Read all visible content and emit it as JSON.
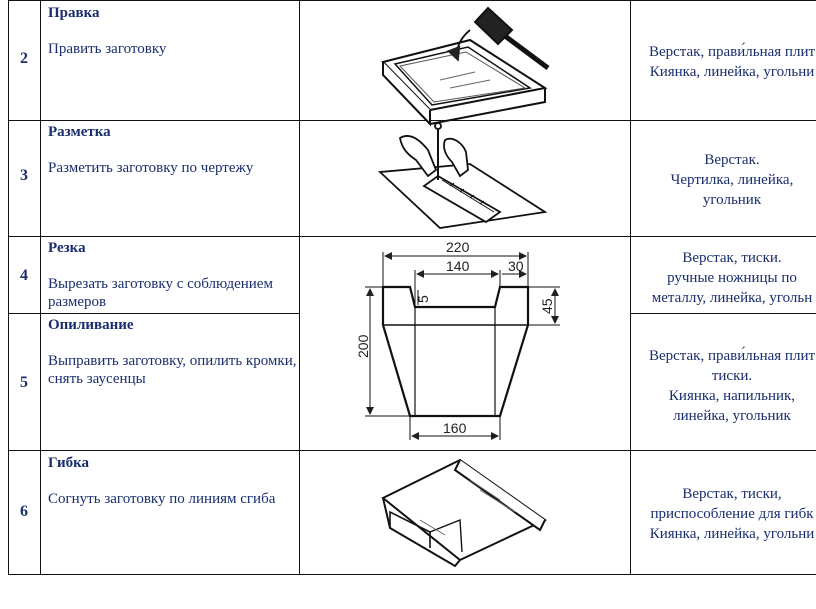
{
  "rows": [
    {
      "num": "2",
      "title": "Правка",
      "body": "Править заготовку",
      "tools": [
        "Верстак, прави́льная плит",
        "Киянка, линейка, угольни"
      ]
    },
    {
      "num": "3",
      "title": "Разметка",
      "body": "Разметить заготовку по чертежу",
      "tools": [
        "Верстак.",
        "Чертилка, линейка,",
        "угольник"
      ]
    },
    {
      "num": "4",
      "title": "Резка",
      "body": "Вырезать заготовку с соблюдением размеров",
      "tools": [
        "Верстак, тиски.",
        "ручные ножницы по",
        "металлу, линейка, угольн"
      ]
    },
    {
      "num": "5",
      "title": "Опиливание",
      "body": "Выправить заготовку, опилить кромки, снять заусенцы",
      "tools": [
        "Верстак, прави́льная плит",
        "тиски.",
        "Киянка, напильник,",
        "линейка, угольник"
      ]
    },
    {
      "num": "6",
      "title": "Гибка",
      "body": "Согнуть заготовку по линиям сгиба",
      "tools": [
        "Верстак, тиски,",
        "приспособление для гибк",
        "Киянка, линейка, угольни"
      ]
    }
  ],
  "drawing": {
    "dims": {
      "top_width": "220",
      "inner_width": "140",
      "notch_width": "30",
      "notch_depth": "5",
      "flange_height": "45",
      "height": "200",
      "bottom_width": "160"
    }
  }
}
